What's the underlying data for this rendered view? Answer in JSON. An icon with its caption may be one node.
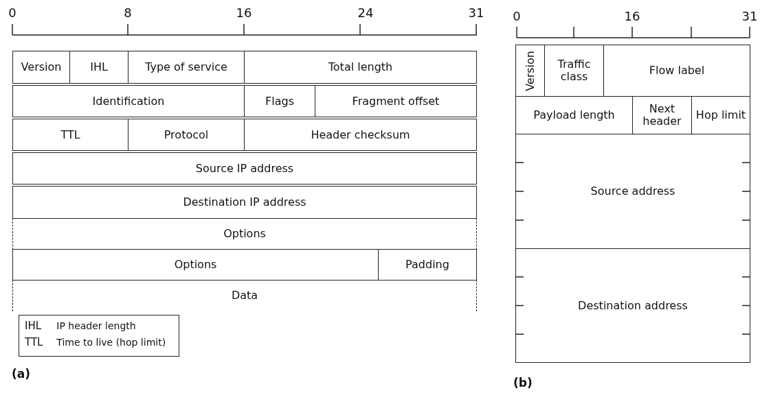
{
  "diagram": {
    "nodes": [
      {
        "text": [
          "Version"
        ]
      },
      {
        "text": [
          "IHL"
        ]
      },
      {
        "text": [
          "Type of service"
        ]
      },
      {
        "text": [
          "Total length"
        ]
      },
      {
        "text": [
          "Identification"
        ]
      },
      {
        "text": [
          "Flags"
        ]
      },
      {
        "text": [
          "Fragment offset"
        ]
      },
      {
        "text": [
          "TTL"
        ]
      },
      {
        "text": [
          "Protocol"
        ]
      },
      {
        "text": [
          "Header checksum"
        ]
      },
      {
        "text": [
          "Source IP address"
        ]
      },
      {
        "text": [
          "Destination IP address"
        ]
      },
      {
        "text": [
          "Options"
        ]
      },
      {
        "text": [
          "Options"
        ]
      },
      {
        "text": [
          "Padding"
        ]
      },
      {
        "text": [
          "Data"
        ]
      },
      {
        "text": [
          "IHL",
          "IP header length",
          "TTL",
          "Time to live (hop limit)"
        ]
      },
      {
        "text": [
          "Version"
        ]
      },
      {
        "text": [
          "Traffic class"
        ]
      },
      {
        "text": [
          "Flow label"
        ]
      },
      {
        "text": [
          "Payload length"
        ]
      },
      {
        "text": [
          "Next header"
        ]
      },
      {
        "text": [
          "Hop limit"
        ]
      },
      {
        "text": [
          "Source address"
        ]
      },
      {
        "text": [
          "Destination address"
        ]
      }
    ],
    "edges": [],
    "labels": [
      "0",
      "8",
      "16",
      "24",
      "31",
      "0",
      "16",
      "31",
      "(a)",
      "(b)"
    ]
  }
}
